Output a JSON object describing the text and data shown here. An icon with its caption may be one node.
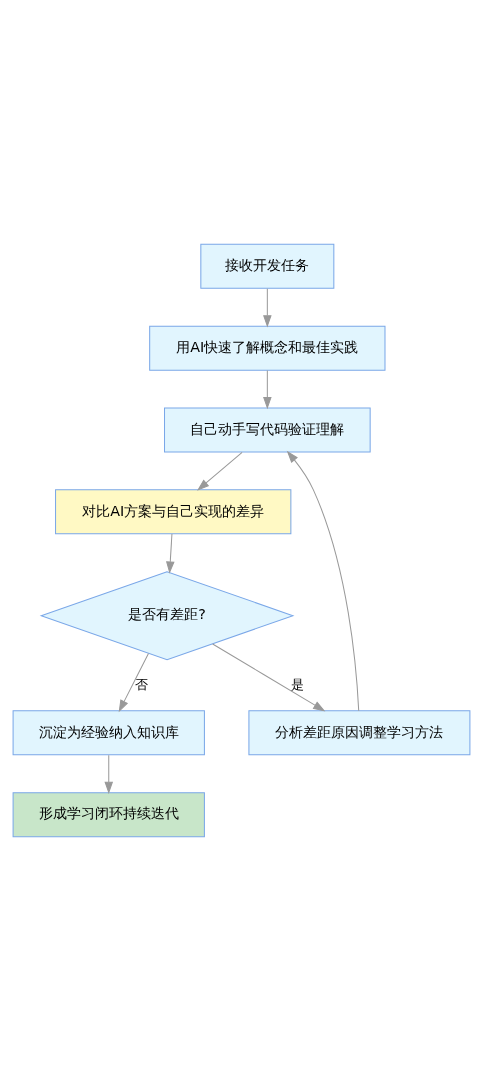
{
  "diagram": {
    "nodes": [
      {
        "text": [
          "接收开发任务"
        ]
      },
      {
        "text": [
          "用AI快速了解概念和最佳实践"
        ]
      },
      {
        "text": [
          "自己动手写代码验证理解"
        ]
      },
      {
        "text": [
          "对比AI方案与自己实现的差异"
        ]
      },
      {
        "text": [
          "是否有差距?"
        ]
      },
      {
        "text": [
          "分析差距原因调整学习方法"
        ]
      },
      {
        "text": [
          "沉淀为经验纳入知识库"
        ]
      },
      {
        "text": [
          "形成学习闭环持续迭代"
        ]
      }
    ],
    "edges": [
      {
        "from": 0,
        "to": 1,
        "arrow": "to"
      },
      {
        "from": 1,
        "to": 2,
        "arrow": "to"
      },
      {
        "from": 2,
        "to": 3,
        "arrow": "to"
      },
      {
        "from": 3,
        "to": 4,
        "arrow": "to"
      },
      {
        "from": 4,
        "to": 5,
        "arrow": "to",
        "label": "是"
      },
      {
        "from": 4,
        "to": 6,
        "arrow": "to",
        "label": "否"
      },
      {
        "from": 5,
        "to": 2,
        "arrow": "to"
      },
      {
        "from": 6,
        "to": 7,
        "arrow": "to"
      }
    ]
  }
}
